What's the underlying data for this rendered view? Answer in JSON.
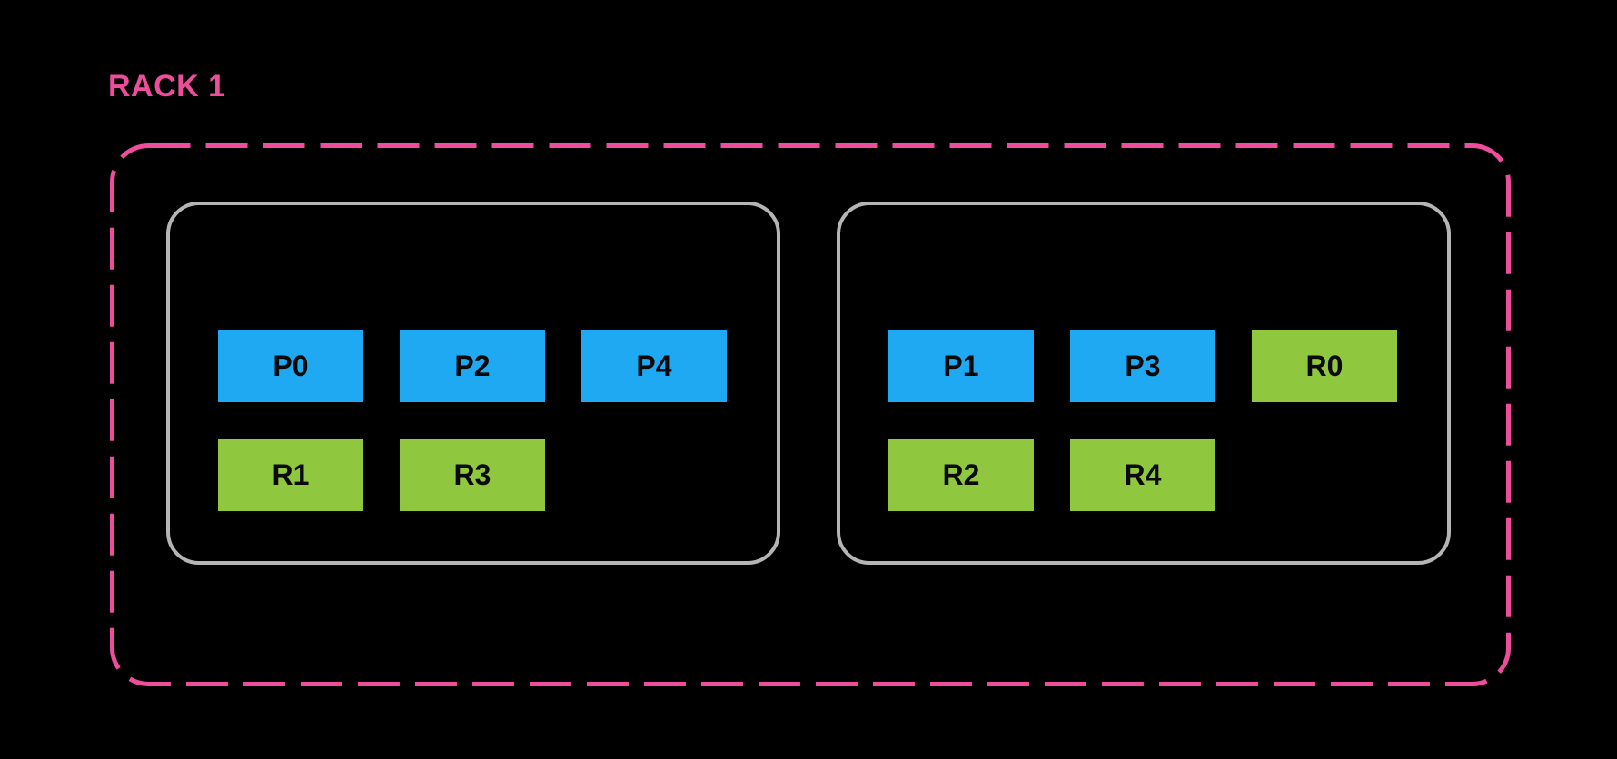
{
  "colors": {
    "background": "#000000",
    "rack_border": "#ee4d9b",
    "node_border": "#b5b5b5",
    "primary_box": "#1ea9f2",
    "replica_box": "#8fc73e",
    "box_text": "#0a0a0a"
  },
  "rack": {
    "label": "RACK 1",
    "nodes": [
      {
        "boxes": [
          {
            "label": "P0",
            "type": "primary",
            "row": 0,
            "col": 0
          },
          {
            "label": "P2",
            "type": "primary",
            "row": 0,
            "col": 1
          },
          {
            "label": "P4",
            "type": "primary",
            "row": 0,
            "col": 2
          },
          {
            "label": "R1",
            "type": "replica",
            "row": 1,
            "col": 0
          },
          {
            "label": "R3",
            "type": "replica",
            "row": 1,
            "col": 1
          }
        ]
      },
      {
        "boxes": [
          {
            "label": "P1",
            "type": "primary",
            "row": 0,
            "col": 0
          },
          {
            "label": "P3",
            "type": "primary",
            "row": 0,
            "col": 1
          },
          {
            "label": "R0",
            "type": "replica",
            "row": 0,
            "col": 2
          },
          {
            "label": "R2",
            "type": "replica",
            "row": 1,
            "col": 0
          },
          {
            "label": "R4",
            "type": "replica",
            "row": 1,
            "col": 1
          }
        ]
      }
    ]
  }
}
